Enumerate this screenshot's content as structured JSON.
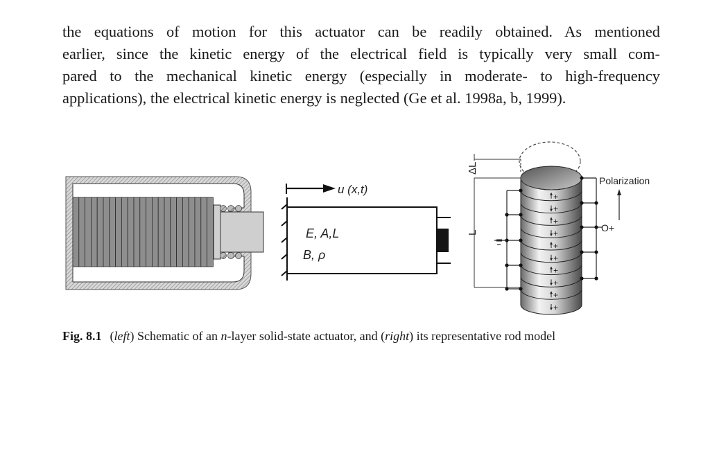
{
  "body_text": {
    "lines": [
      "the equations of motion for this actuator can be readily obtained. As mentioned",
      "earlier, since the kinetic energy of the electrical field is typically very small com-",
      "pared to the mechanical kinetic energy (especially in moderate- to high-frequency",
      "applications), the electrical kinetic energy is neglected (Ge et al. 1998a, b, 1999)."
    ]
  },
  "figure": {
    "rod_model": {
      "displacement_label": "u (x,t)",
      "params_line1": "E, A,L",
      "params_line2": "B, ρ"
    },
    "stack_model": {
      "delta_label": "ΔL",
      "length_label": "L",
      "polarization_label": "Polarization",
      "terminal_label": "O+",
      "layer_sign": "+",
      "layer_count": 10
    },
    "caption": {
      "fig_number": "Fig. 8.1",
      "part1_open": "(",
      "left": "left",
      "part1_text": ") Schematic of an ",
      "n": "n",
      "part2_text": "-layer solid-state actuator, and (",
      "right": "right",
      "part3_text": ") its representative rod model"
    }
  }
}
